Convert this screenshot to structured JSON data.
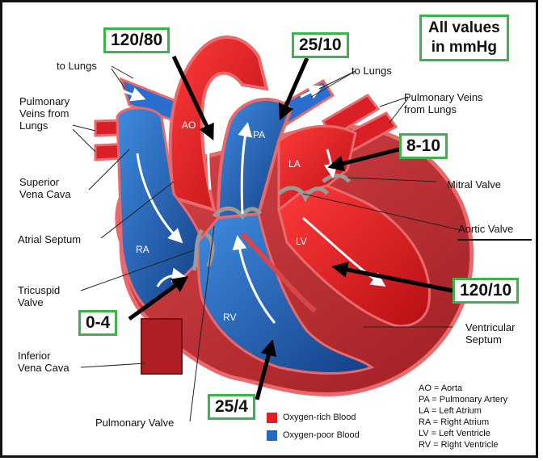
{
  "colors": {
    "oxygen_rich": "#e21f26",
    "oxygen_poor": "#1f6cc4",
    "muscle": "#b5262a",
    "box_border": "#3bb54a",
    "pointer": "#000000"
  },
  "units_note": {
    "line1": "All values",
    "line2": "in mmHg"
  },
  "pressures": {
    "aorta": "120/80",
    "pulmonary_artery": "25/10",
    "left_atrium": "8-10",
    "left_ventricle": "120/10",
    "right_atrium": "0-4",
    "right_ventricle": "25/4"
  },
  "labels": {
    "to_lungs_left": "to Lungs",
    "to_lungs_right": "to Lungs",
    "pulmonary_veins_left": "Pulmonary\nVeins from\nLungs",
    "pulmonary_veins_right": "Pulmonary Veins\nfrom Lungs",
    "superior_vena_cava": "Superior\nVena Cava",
    "atrial_septum": "Atrial Septum",
    "tricuspid_valve": "Tricuspid\nValve",
    "inferior_vena_cava": "Inferior\nVena Cava",
    "pulmonary_valve": "Pulmonary Valve",
    "mitral_valve": "Mitral Valve",
    "aortic_valve": "Aortic Valve",
    "ventricular_septum": "Ventricular\nSeptum"
  },
  "chambers": {
    "ao": "AO",
    "pa": "PA",
    "la": "LA",
    "lv": "LV",
    "ra": "RA",
    "rv": "RV"
  },
  "legend": {
    "oxygen_rich": "Oxygen-rich Blood",
    "oxygen_poor": "Oxygen-poor Blood"
  },
  "abbreviations": [
    "AO = Aorta",
    "PA = Pulmonary Artery",
    "LA = Left Atrium",
    "RA = Right Atrium",
    "LV = Left Ventricle",
    "RV = Right Ventricle"
  ]
}
